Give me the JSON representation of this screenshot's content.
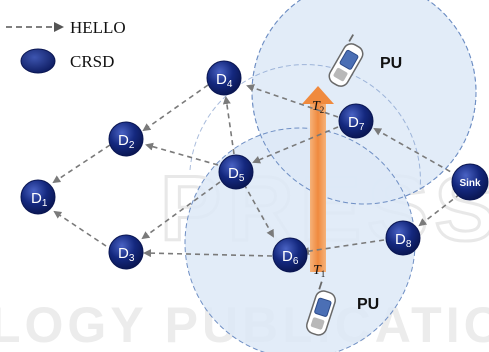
{
  "legend": {
    "hello": "HELLO",
    "crsd": "CRSD"
  },
  "nodes": [
    {
      "id": "d1",
      "label": "D",
      "sub": "1"
    },
    {
      "id": "d2",
      "label": "D",
      "sub": "2"
    },
    {
      "id": "d3",
      "label": "D",
      "sub": "3"
    },
    {
      "id": "d4",
      "label": "D",
      "sub": "4"
    },
    {
      "id": "d5",
      "label": "D",
      "sub": "5"
    },
    {
      "id": "d6",
      "label": "D",
      "sub": "6"
    },
    {
      "id": "d7",
      "label": "D",
      "sub": "7"
    },
    {
      "id": "d8",
      "label": "D",
      "sub": "8"
    },
    {
      "id": "sink",
      "label": "Sink",
      "sub": ""
    }
  ],
  "pu": {
    "top": "PU",
    "bottom": "PU"
  },
  "path_labels": {
    "t1": "T",
    "t1_sub": "1",
    "t2": "T",
    "t2_sub": "2"
  },
  "watermark": {
    "line1": "PRESS",
    "line2": "LOGY PUBLICATIONS"
  },
  "colors": {
    "node_fill": "#0f1f6e",
    "node_highlight": "#3d55b0",
    "node_text": "#ffffff",
    "arrow": "#7a7a7a",
    "circle_fill": "#dce8f7",
    "circle_stroke": "#6f8fc4",
    "orange_arrow": "#f29a55",
    "watermark": "#e6e6e6"
  }
}
